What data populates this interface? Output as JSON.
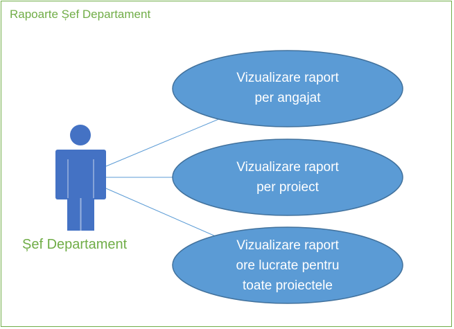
{
  "diagram": {
    "title": "Rapoarte Șef Departament",
    "actor": {
      "label": "Șef Departament",
      "icon": "person-icon",
      "color": "#4472c4"
    },
    "use_cases": [
      {
        "label": "Vizualizare raport\nper angajat"
      },
      {
        "label": "Vizualizare raport\nper proiect"
      },
      {
        "label": "Vizualizare raport\nore lucrate pentru\ntoate proiectele"
      }
    ],
    "colors": {
      "frame": "#70ad47",
      "use_case_fill": "#5b9bd5",
      "use_case_stroke": "#41719c",
      "connector": "#5b9bd5"
    }
  }
}
